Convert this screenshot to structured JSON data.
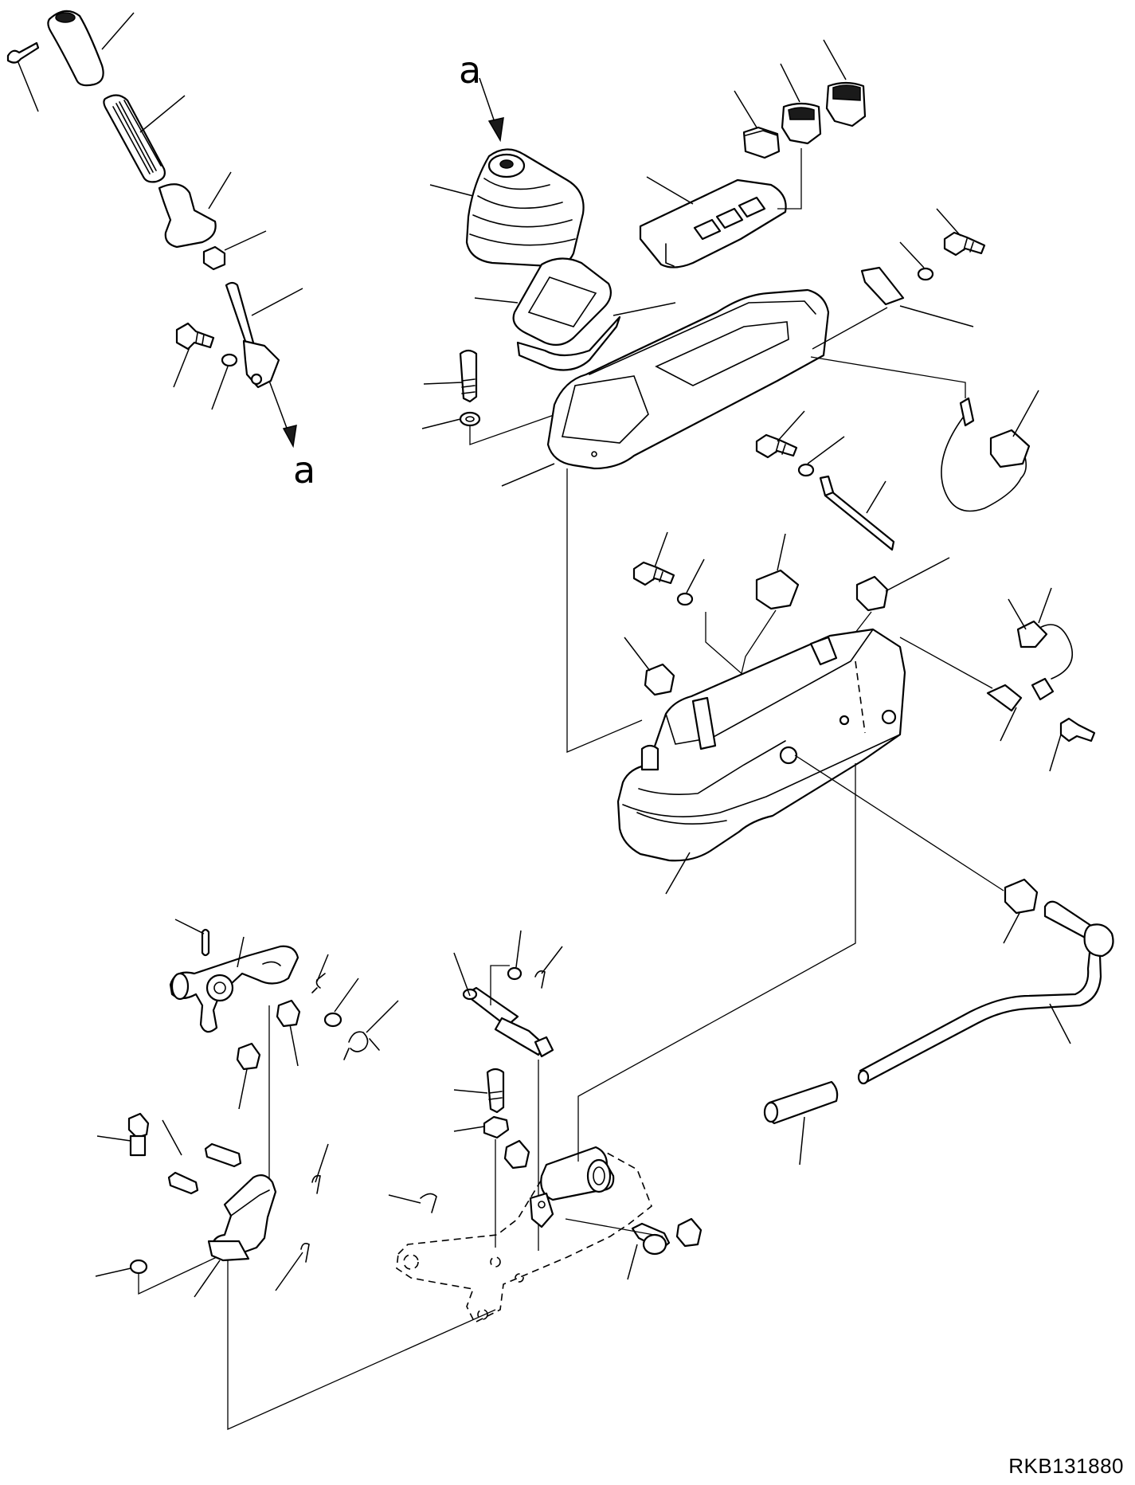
{
  "drawing": {
    "code": "RKB131880",
    "view_label_top": "a",
    "view_label_bottom": "a"
  }
}
